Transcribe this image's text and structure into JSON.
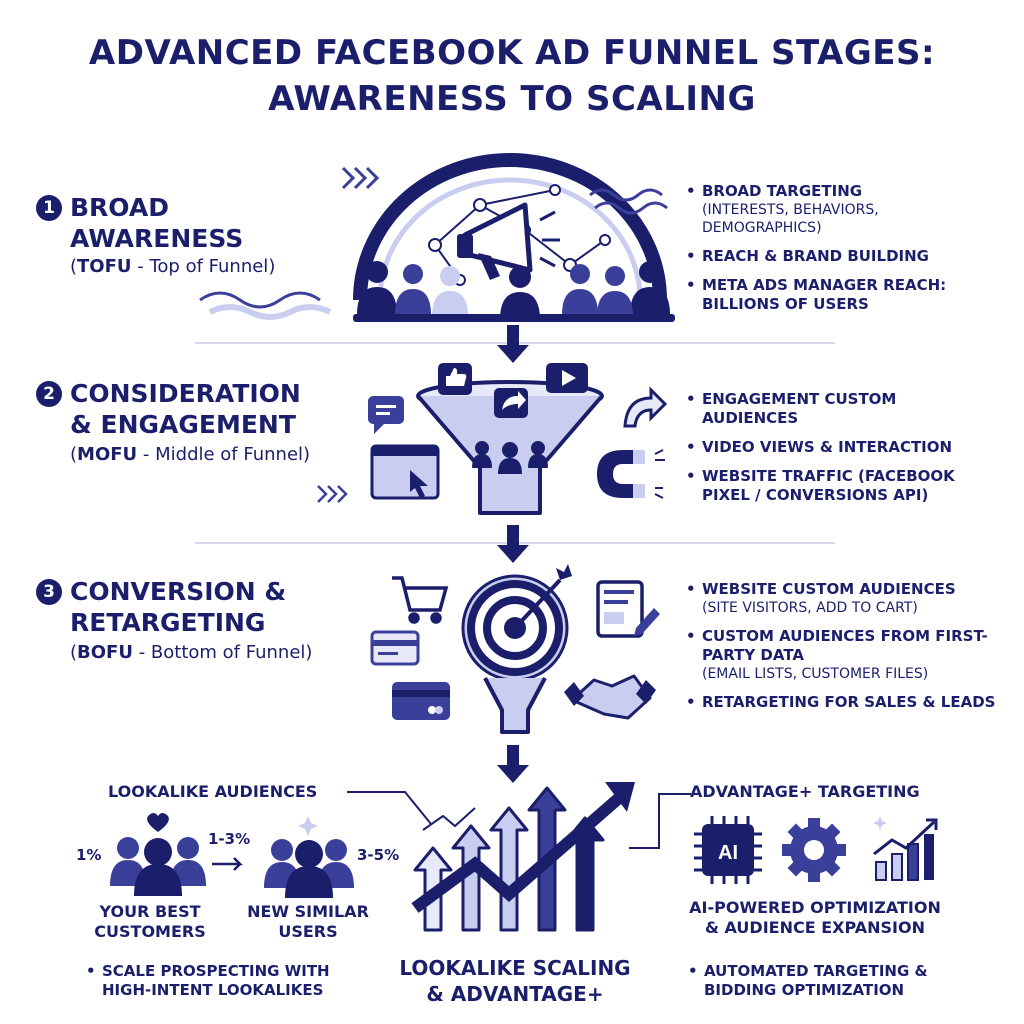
{
  "title": {
    "line1": "ADVANCED FACEBOOK AD FUNNEL STAGES:",
    "line2": "AWARENESS TO SCALING"
  },
  "colors": {
    "navy": "#1b1f6b",
    "mid": "#3a3f9a",
    "light": "#c9cdef",
    "pale": "#e7e9f8"
  },
  "stages": [
    {
      "number": "1",
      "heading1": "BROAD",
      "heading2": "AWARENESS",
      "abbr": "TOFU",
      "sub": " - Top of Funnel",
      "bullets": [
        {
          "text": "BROAD TARGETING",
          "note": "(INTERESTS, BEHAVIORS, DEMOGRAPHICS)"
        },
        {
          "text": "REACH & BRAND BUILDING",
          "note": ""
        },
        {
          "text": "META ADS MANAGER REACH: BILLIONS OF USERS",
          "note": ""
        }
      ]
    },
    {
      "number": "2",
      "heading1": "CONSIDERATION",
      "heading2": "& ENGAGEMENT",
      "abbr": "MOFU",
      "sub": " - Middle of Funnel",
      "bullets": [
        {
          "text": "ENGAGEMENT CUSTOM AUDIENCES",
          "note": ""
        },
        {
          "text": "VIDEO VIEWS & INTERACTION",
          "note": ""
        },
        {
          "text": "WEBSITE TRAFFIC (FACEBOOK PIXEL / CONVERSIONS API)",
          "note": ""
        }
      ]
    },
    {
      "number": "3",
      "heading1": "CONVERSION &",
      "heading2": "RETARGETING",
      "abbr": "BOFU",
      "sub": " - Bottom of Funnel",
      "bullets": [
        {
          "text": "WEBSITE CUSTOM AUDIENCES",
          "note": "(SITE VISITORS, ADD TO CART)"
        },
        {
          "text": "CUSTOM AUDIENCES FROM FIRST-PARTY DATA",
          "note": "(EMAIL LISTS, CUSTOMER FILES)"
        },
        {
          "text": "RETARGETING FOR SALES & LEADS",
          "note": ""
        }
      ]
    }
  ],
  "scaling": {
    "lookalike_title": "LOOKALIKE AUDIENCES",
    "pct_1": "1%",
    "pct_2": "1-3%",
    "pct_3": "3-5%",
    "best_customers": "YOUR BEST CUSTOMERS",
    "new_users": "NEW SIMILAR USERS",
    "lookalike_bullet": "SCALE PROSPECTING WITH HIGH-INTENT LOOKALIKES",
    "center_label1": "LOOKALIKE SCALING",
    "center_label2": "& ADVANTAGE+",
    "advantage_title": "ADVANTAGE+ TARGETING",
    "ai_chip": "AI",
    "ai_label": "AI-POWERED OPTIMIZATION & AUDIENCE EXPANSION",
    "advantage_bullet": "AUTOMATED TARGETING & BIDDING OPTIMIZATION"
  },
  "icons": [
    "megaphone-icon",
    "audience-icon",
    "like-icon",
    "share-icon",
    "play-icon",
    "chat-icon",
    "browser-icon",
    "magnet-icon",
    "cart-icon",
    "target-icon",
    "form-icon",
    "credit-card-icon",
    "handshake-icon",
    "heart-icon",
    "ai-chip-icon",
    "gear-icon",
    "growth-chart-icon",
    "arrow-down-icon"
  ]
}
